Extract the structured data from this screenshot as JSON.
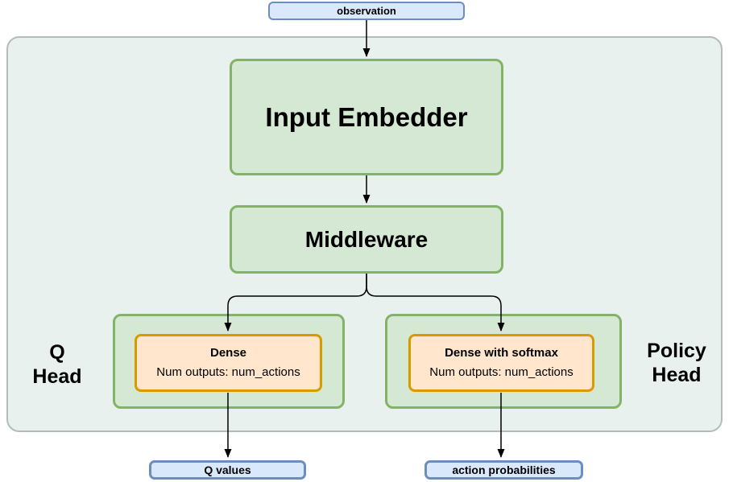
{
  "diagram": {
    "title_implicit": "actor-critic network architecture",
    "nodes": {
      "observation": {
        "label": "observation"
      },
      "input_embedder": {
        "label": "Input Embedder"
      },
      "middleware": {
        "label": "Middleware"
      },
      "q_head": {
        "line1": "Q",
        "line2": "Head"
      },
      "policy_head": {
        "line1": "Policy",
        "line2": "Head"
      },
      "q_dense": {
        "title": "Dense",
        "subtitle": "Num outputs: num_actions"
      },
      "policy_dense": {
        "title": "Dense with softmax",
        "subtitle": "Num outputs: num_actions"
      },
      "q_values": {
        "label": "Q values"
      },
      "action_probabilities": {
        "label": "action probabilities"
      }
    },
    "edges": [
      {
        "from": "observation",
        "to": "input_embedder"
      },
      {
        "from": "input_embedder",
        "to": "middleware"
      },
      {
        "from": "middleware",
        "to": "q_dense"
      },
      {
        "from": "middleware",
        "to": "policy_dense"
      },
      {
        "from": "q_dense",
        "to": "q_values"
      },
      {
        "from": "policy_dense",
        "to": "action_probabilities"
      }
    ],
    "colors": {
      "container_fill": "#e8f1ee",
      "container_border": "#b3bcb8",
      "green_fill": "#d5e8d4",
      "green_border": "#82b366",
      "orange_fill": "#ffe6cc",
      "orange_border": "#d79b00",
      "blue_fill": "#dae8fc",
      "blue_border": "#6c8ebf",
      "edge_color": "#000000"
    }
  }
}
